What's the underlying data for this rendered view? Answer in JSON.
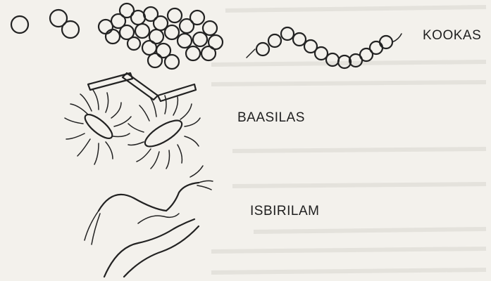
{
  "labels": {
    "cocci": "KOOKAS",
    "bacilli": "BAASILAS",
    "spirilla": "ISBIRILAM"
  },
  "colors": {
    "ink": "#222222",
    "paper": "#f3f1ec"
  }
}
